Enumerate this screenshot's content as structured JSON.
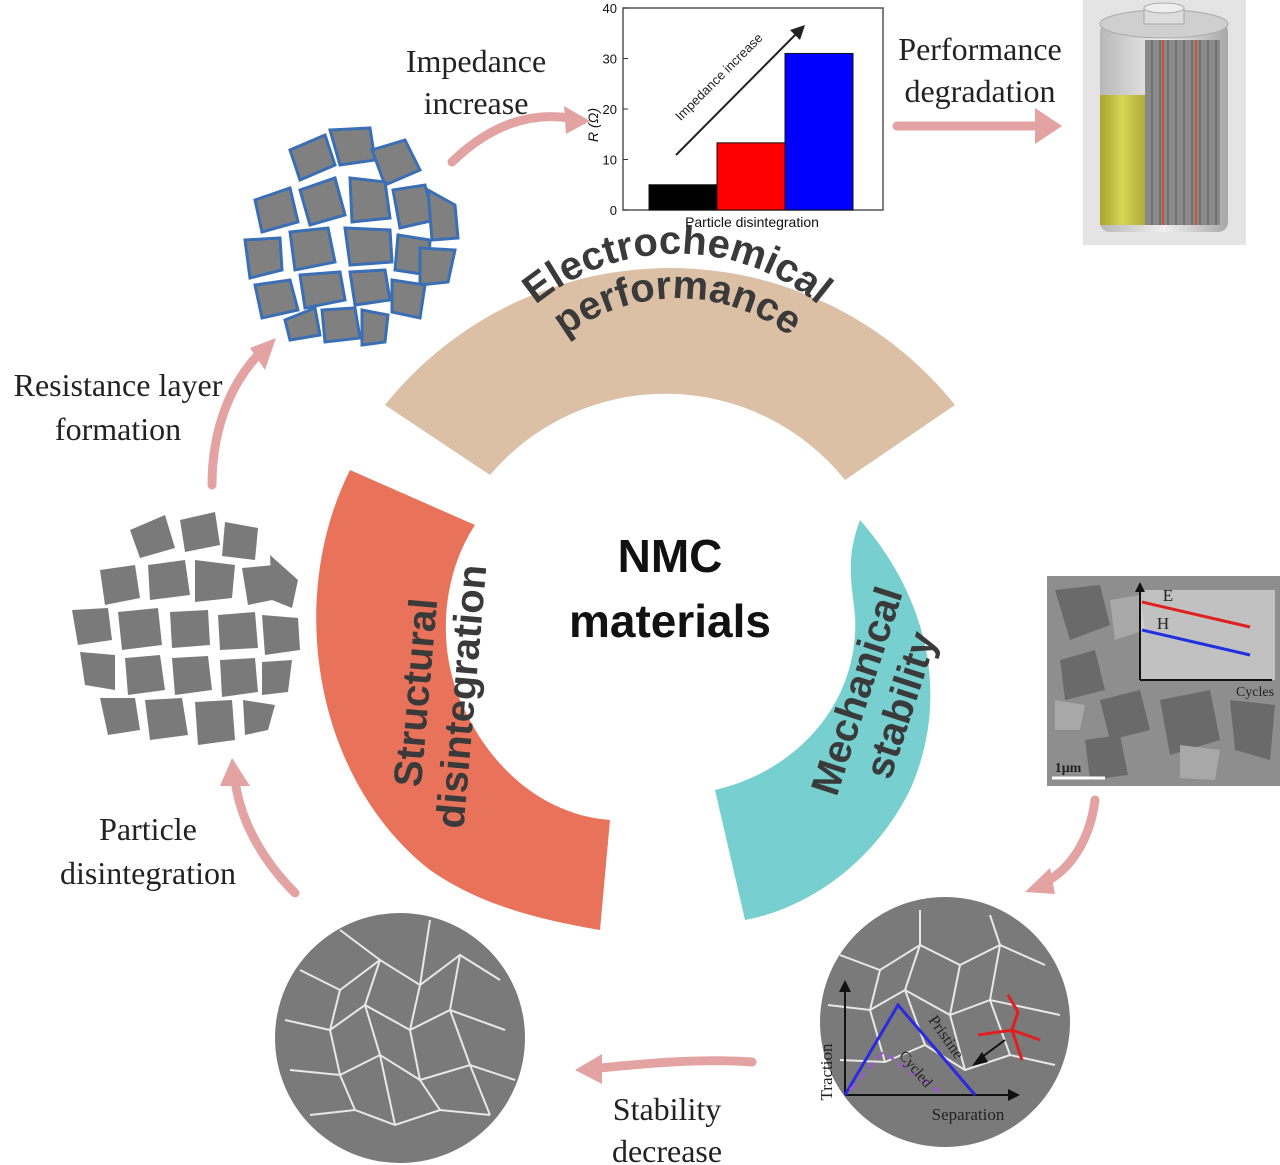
{
  "center": {
    "line1": "NMC",
    "line2": "materials"
  },
  "segments": {
    "top": {
      "line1": "Electrochemical",
      "line2": "performance",
      "color": "#dcc0a6"
    },
    "left": {
      "line1": "Structural",
      "line2": "disintegration",
      "color": "#e8735a"
    },
    "right": {
      "line1": "Mechanical",
      "line2": "stability",
      "color": "#77cfcf"
    }
  },
  "labels": {
    "impedance": {
      "line1": "Impedance",
      "line2": "increase"
    },
    "performance": {
      "line1": "Performance",
      "line2": "degradation"
    },
    "resistance": {
      "line1": "Resistance layer",
      "line2": "formation"
    },
    "particle": {
      "line1": "Particle",
      "line2": "disintegration"
    },
    "stability": {
      "line1": "Stability",
      "line2": "decrease"
    }
  },
  "arrow_color": "#e3a3a3",
  "chart_data": [
    {
      "type": "bar",
      "categories": [
        "",
        "",
        ""
      ],
      "values": [
        5,
        13.3,
        31
      ],
      "colors": [
        "#000000",
        "#ff0000",
        "#0000ff"
      ],
      "xlabel": "Particle disintegration",
      "ylabel": "R (Ω)",
      "ylim": [
        0,
        40
      ],
      "yticks": [
        0,
        10,
        20,
        30,
        40
      ],
      "annotation": "Impedance increase"
    },
    {
      "type": "line",
      "series": [
        {
          "name": "E",
          "color": "#e02020"
        },
        {
          "name": "H",
          "color": "#2030e0"
        }
      ],
      "xlabel": "Cycles",
      "scale_bar": "1μm"
    },
    {
      "type": "line",
      "series": [
        {
          "name": "Pristine",
          "color": "#2a2ae0"
        },
        {
          "name": "Cycled",
          "color": "#9a5ad0"
        }
      ],
      "xlabel": "Separation",
      "ylabel": "Traction"
    }
  ]
}
